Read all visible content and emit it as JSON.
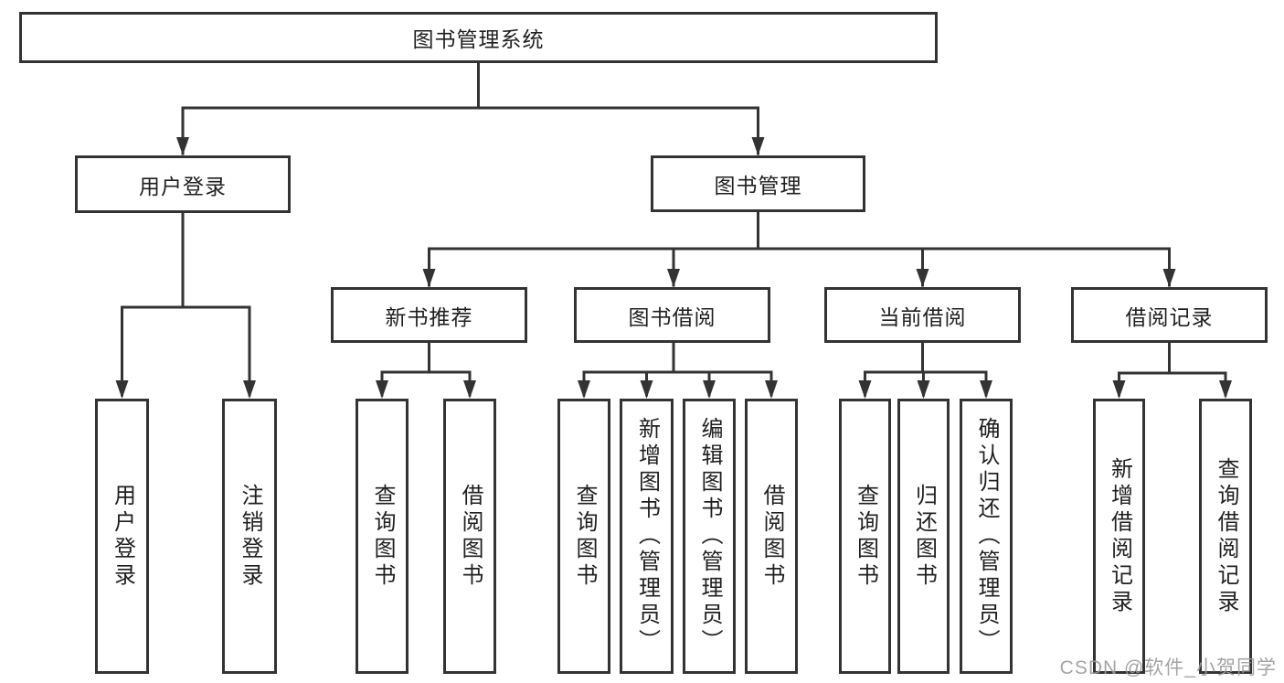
{
  "colors": {
    "line": "#333333",
    "text": "#1f1f1f",
    "background": "#ffffff",
    "watermark": "#9b9b9b"
  },
  "watermark": "CSDN @软件_小贺同学",
  "tree": {
    "root": "图书管理系统",
    "children": [
      {
        "label": "用户登录",
        "children": [
          {
            "label": "用户登录"
          },
          {
            "label": "注销登录"
          }
        ]
      },
      {
        "label": "图书管理",
        "children": [
          {
            "label": "新书推荐",
            "children": [
              {
                "label": "查询图书"
              },
              {
                "label": "借阅图书"
              }
            ]
          },
          {
            "label": "图书借阅",
            "children": [
              {
                "label": "查询图书"
              },
              {
                "label": "新增图书（管理员）"
              },
              {
                "label": "编辑图书（管理员）"
              },
              {
                "label": "借阅图书"
              }
            ]
          },
          {
            "label": "当前借阅",
            "children": [
              {
                "label": "查询图书"
              },
              {
                "label": "归还图书"
              },
              {
                "label": "确认归还（管理员）"
              }
            ]
          },
          {
            "label": "借阅记录",
            "children": [
              {
                "label": "新增借阅记录"
              },
              {
                "label": "查询借阅记录"
              }
            ]
          }
        ]
      }
    ]
  }
}
